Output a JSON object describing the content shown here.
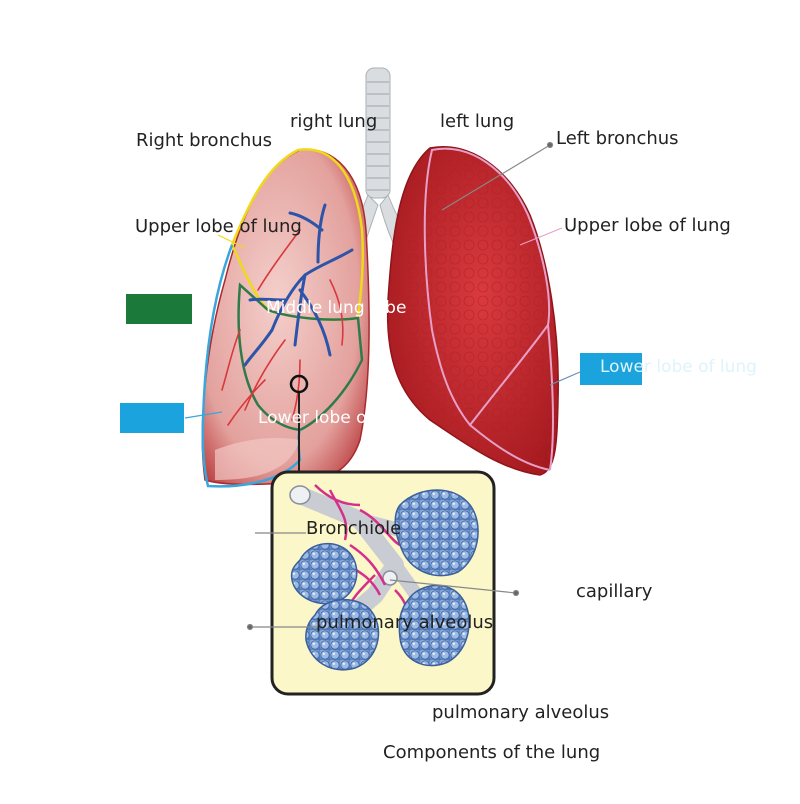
{
  "colors": {
    "lung_red": "#c9252b",
    "lung_dark": "#a3191e",
    "right_lung_pale": "#e9b3b1",
    "trachea": "#d9dde0",
    "bronchi_blue": "#2d54a8",
    "vessel_red": "#d9383c",
    "upper_lobe_outline": "#f0d81a",
    "middle_lobe_outline": "#2f7a4a",
    "lower_lobe_outline": "#3aa6db",
    "left_outline": "#e6a0c8",
    "green_box": "#1b7a3a",
    "blue_box": "#1aa3dc",
    "inset_bg": "#fbf7c8",
    "alveolus_blue": "#7fa6d8",
    "capillary_pink": "#d4308a"
  },
  "labels": {
    "right_lung": "right lung",
    "left_lung": "left lung",
    "right_bronchus": "Right bronchus",
    "left_bronchus": "Left bronchus",
    "upper_lobe_right": "Upper lobe of lung",
    "upper_lobe_left": "Upper lobe of lung",
    "middle_lobe": "Middle lung lobe",
    "lower_lobe_right": "Lower lobe of lung",
    "lower_lobe_left": "Lower lobe of lung",
    "bronchiole": "Bronchiole",
    "capillary": "capillary",
    "pulmonary_alveolus_inset": "pulmonary alveolus",
    "pulmonary_alveolus_bottom": "pulmonary alveolus",
    "caption": "Components of the lung"
  }
}
